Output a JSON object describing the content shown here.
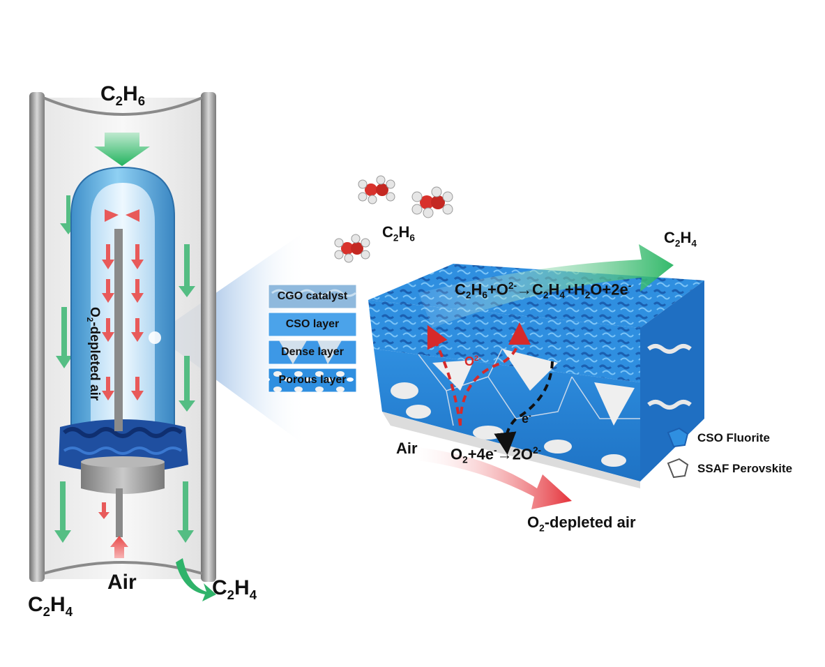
{
  "tube": {
    "top_inlet": {
      "base": "C",
      "sub1": "2",
      "base2": "H",
      "sub2": "6"
    },
    "air_inlet": "Air",
    "outlet_left": {
      "base": "C",
      "sub1": "2",
      "base2": "H",
      "sub2": "4"
    },
    "outlet_right": {
      "base": "C",
      "sub1": "2",
      "base2": "H",
      "sub2": "4"
    },
    "inner_label": {
      "base": "O",
      "sub": "2",
      "rest": "-depleted air"
    }
  },
  "layers": [
    "CGO catalyst",
    "CSO layer",
    "Dense layer",
    "Porous layer"
  ],
  "membrane": {
    "feed": {
      "base": "C",
      "sub1": "2",
      "base2": "H",
      "sub2": "6"
    },
    "product": {
      "base": "C",
      "sub1": "2",
      "base2": "H",
      "sub2": "4"
    },
    "top_reaction": {
      "p1": "C",
      "s1": "2",
      "p2": "H",
      "s2": "6",
      "p3": "+O",
      "sup1": "2-",
      "p4": "→C",
      "s3": "2",
      "p5": "H",
      "s4": "4",
      "p6": "+H",
      "s5": "2",
      "p7": "O+2e",
      "sup2": "-"
    },
    "oxide_ion": {
      "base": "O",
      "sup": "2-"
    },
    "electron": {
      "base": "e",
      "sup": "-"
    },
    "air": "Air",
    "bottom_reaction": {
      "p1": "O",
      "s1": "2",
      "p2": "+4e",
      "sup1": "-",
      "p3": "→2O",
      "sup2": "2-"
    },
    "exhaust": {
      "base": "O",
      "sub": "2",
      "rest": "-depleted air"
    }
  },
  "legend": [
    {
      "label": "CSO Fluorite",
      "color": "#2f8fe0"
    },
    {
      "label": "SSAF Perovskite",
      "color": "#ffffff"
    }
  ],
  "colors": {
    "cso_blue": "#2f8fe0",
    "green_flow": "#2fb36a",
    "red_flow": "#e23b3b",
    "tube_gray": "#9a9a9a"
  }
}
